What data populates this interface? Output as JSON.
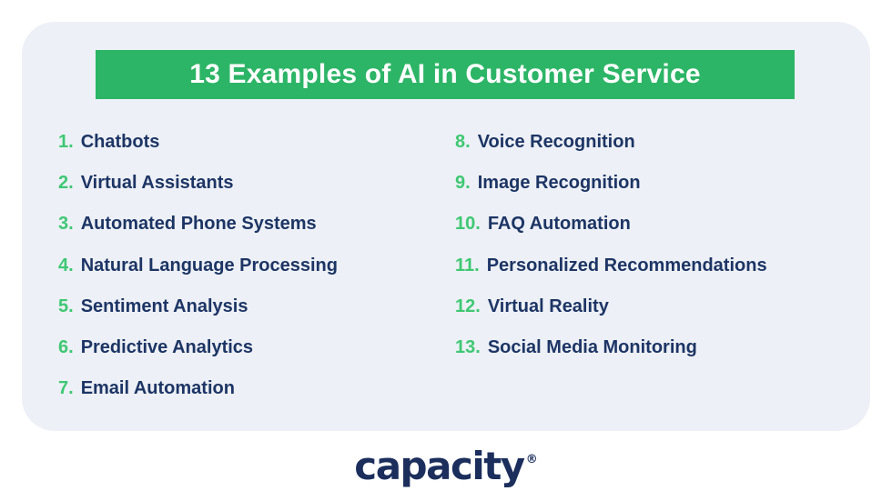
{
  "colors": {
    "page_background": "#ffffff",
    "card_background": "#edf0f6",
    "banner_green": "#2cb566",
    "number_green": "#3ec873",
    "text_navy": "#1d3565",
    "logo_navy": "#1b2e5c",
    "title_white": "#ffffff"
  },
  "banner": {
    "title": "13 Examples of AI in Customer Service"
  },
  "list": {
    "columns": [
      {
        "items": [
          {
            "num": "1.",
            "label": "Chatbots"
          },
          {
            "num": "2.",
            "label": "Virtual Assistants"
          },
          {
            "num": "3.",
            "label": "Automated Phone Systems"
          },
          {
            "num": "4.",
            "label": "Natural Language Processing"
          },
          {
            "num": "5.",
            "label": "Sentiment Analysis"
          },
          {
            "num": "6.",
            "label": "Predictive Analytics"
          },
          {
            "num": "7.",
            "label": "Email Automation"
          }
        ]
      },
      {
        "items": [
          {
            "num": "8.",
            "label": "Voice Recognition"
          },
          {
            "num": "9.",
            "label": "Image Recognition"
          },
          {
            "num": "10.",
            "label": "FAQ Automation"
          },
          {
            "num": "11.",
            "label": "Personalized Recommendations"
          },
          {
            "num": "12.",
            "label": "Virtual Reality"
          },
          {
            "num": "13.",
            "label": "Social Media Monitoring"
          }
        ]
      }
    ]
  },
  "footer": {
    "logo_text": "capacity",
    "registered_mark": "®"
  }
}
